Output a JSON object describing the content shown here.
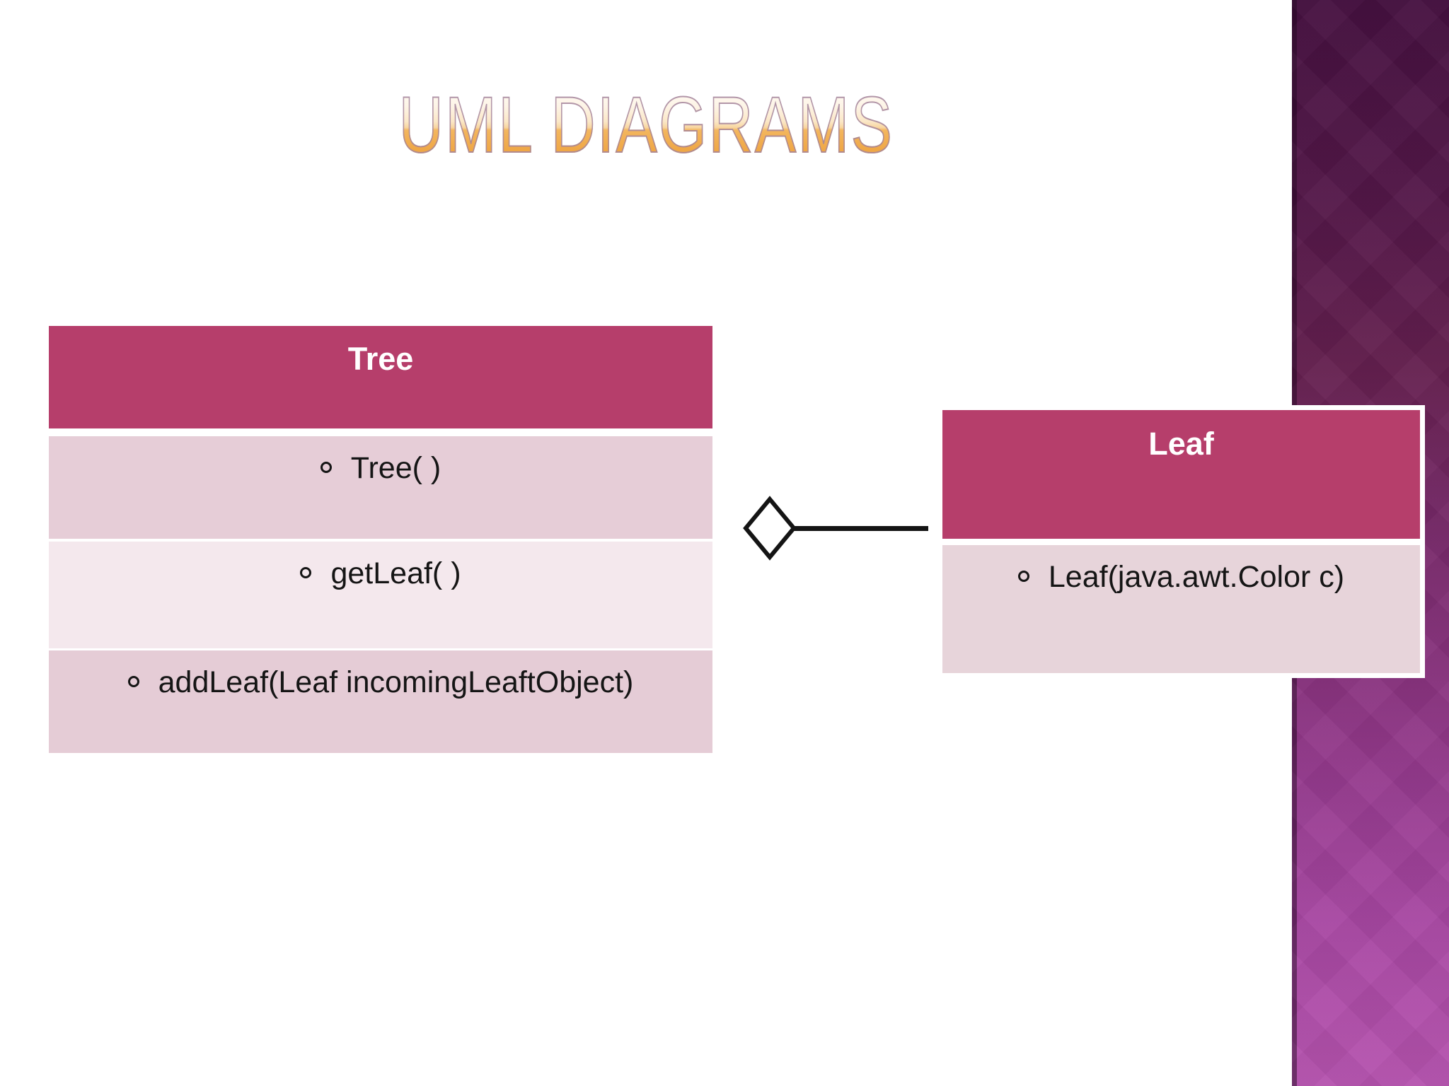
{
  "title": "UML DIAGRAMS",
  "diagram": {
    "tree_class": {
      "name": "Tree",
      "members": [
        "Tree( )",
        "getLeaf( )",
        "addLeaf(Leaf incomingLeaftObject)"
      ]
    },
    "leaf_class": {
      "name": "Leaf",
      "members": [
        "Leaf(java.awt.Color c)"
      ]
    },
    "connector": {
      "type": "aggregation",
      "from": "Tree",
      "to": "Leaf"
    }
  },
  "colors": {
    "class_header": "#b63e6b",
    "row_pink": "#e6cdd7",
    "row_light_pink": "#f4e8ed",
    "leaf_body": "#e7d4da",
    "connector_black": "#141414",
    "sidebar_gradient_top": "#451040",
    "sidebar_gradient_bottom": "#b553ae",
    "title_gradient_top": "#fffdf9",
    "title_gradient_bottom": "#efa746"
  }
}
